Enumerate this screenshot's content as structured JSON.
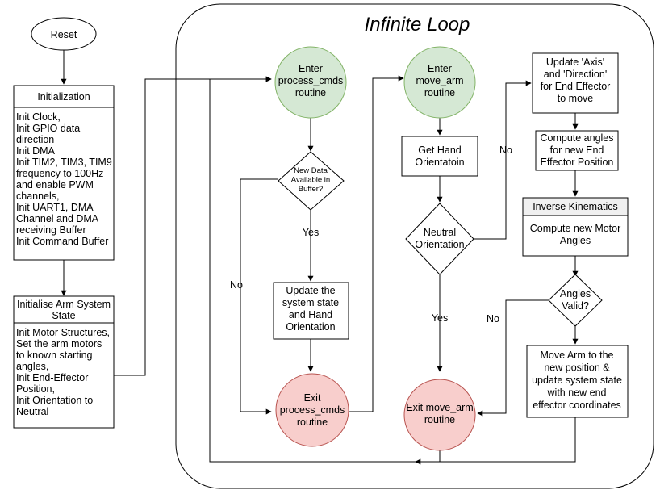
{
  "title": "Infinite Loop",
  "nodes": {
    "reset": "Reset",
    "init_header": "Initialization",
    "init_body": [
      "Init Clock,",
      "Init GPIO data",
      "direction",
      "Init DMA",
      "Init TIM2, TIM3, TIM9",
      "frequency to 100Hz",
      "and enable PWM",
      "channels,",
      "Init UART1, DMA",
      "Channel and DMA",
      "receiving Buffer",
      "Init Command Buffer"
    ],
    "arm_header": [
      "Initialise Arm System",
      "State"
    ],
    "arm_body": [
      "Init Motor Structures,",
      "Set the arm motors",
      "to known starting",
      "angles,",
      "Init End-Effector",
      "Position,",
      "Init Orientation to",
      "Neutral"
    ],
    "enter_process": [
      "Enter",
      "process_cmds",
      "routine"
    ],
    "new_data": [
      "New Data",
      "Available in",
      "Buffer?"
    ],
    "update_state": [
      "Update the",
      "system state",
      "and Hand",
      "Orientation"
    ],
    "exit_process": [
      "Exit",
      "process_cmds",
      "routine"
    ],
    "enter_move": [
      "Enter",
      "move_arm",
      "routine"
    ],
    "get_hand": [
      "Get Hand",
      "Orientatoin"
    ],
    "neutral": [
      "Neutral",
      "Orientation"
    ],
    "exit_move": [
      "Exit move_arm",
      "routine"
    ],
    "update_axis": [
      "Update 'Axis'",
      "and 'Direction'",
      "for End Effector",
      "to move"
    ],
    "compute_angles": [
      "Compute angles",
      "for new End",
      "Effector Position"
    ],
    "ik_header": "Inverse Kinematics",
    "ik_body": [
      "Compute new Motor",
      "Angles"
    ],
    "angles_valid": [
      "Angles",
      "Valid?"
    ],
    "move_arm": [
      "Move Arm to the",
      "new position &",
      "update system state",
      "with new end",
      "effector coordinates"
    ]
  },
  "edge_labels": {
    "new_data_yes": "Yes",
    "new_data_no": "No",
    "neutral_yes": "Yes",
    "neutral_no": "No",
    "angles_no": "No"
  },
  "colors": {
    "enter_fill": "#d5e8d4",
    "enter_stroke": "#82b366",
    "exit_fill": "#f8cecc",
    "exit_stroke": "#b85450",
    "header_fill": "#f0f0f0"
  }
}
